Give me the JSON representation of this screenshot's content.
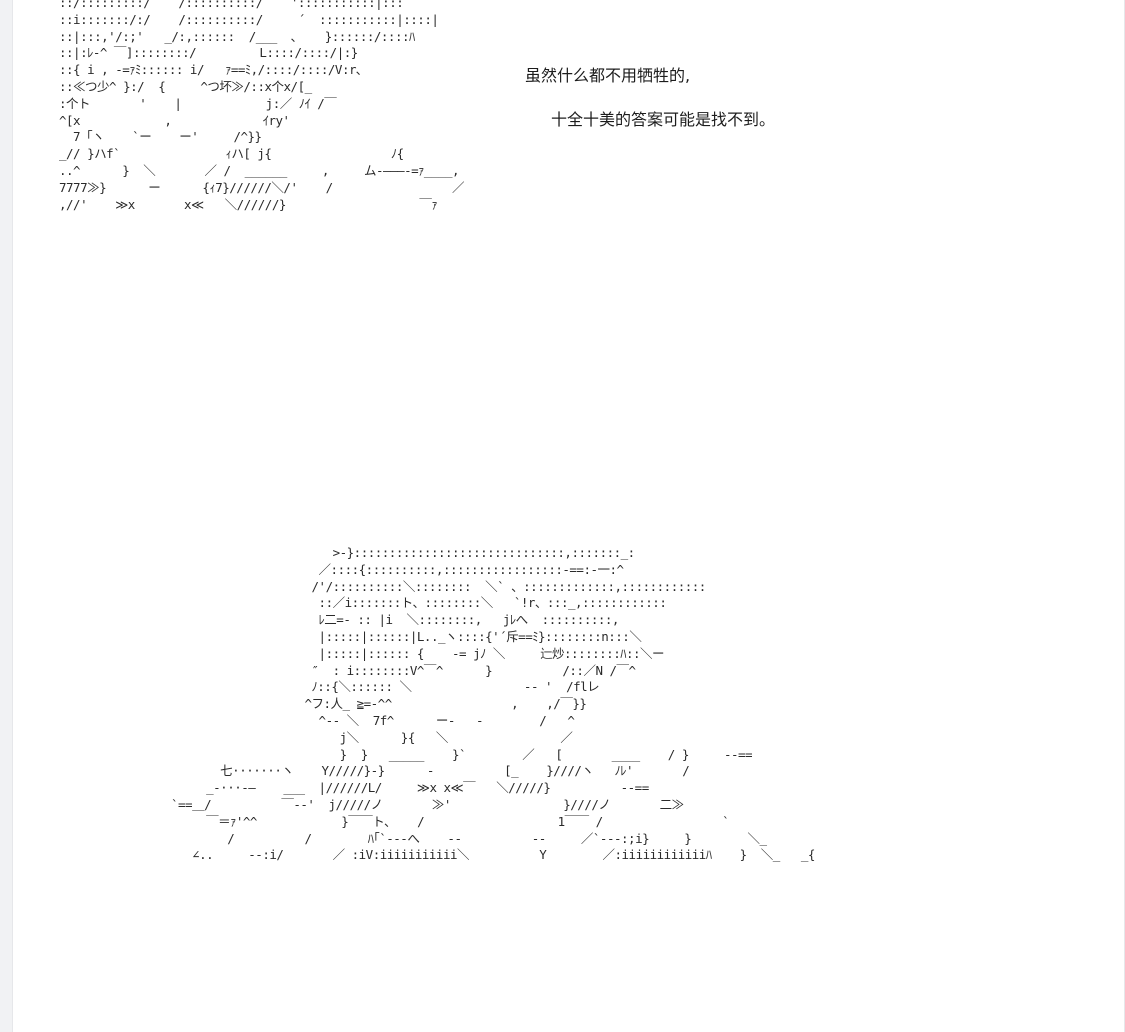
{
  "captions": [
    "虽然什么都不用牺牲的,",
    "十全十美的答案可能是找不到。"
  ],
  "art_top": "::/:::::::::/    /::::::::::/    ':::::::::::|:::\n::i:::::::/:/    /::::::::::/     ´  :::::::::::|::::|\n::|:::,'/:;'   _/:,::::::  /___  ､    }::::::/::::ﾊ\n::|:ﾚ-^ ￣]::::::::/         L::::/::::/|:}\n::{ i , -=ｧﾐ:::::: i/   ｧ==ﾐ,/::::/::::/V:r､\n::≪つ少^ }:/  {     ^つ坏≫/::x个x/[_\n:个ト       '    |            j:／ ﾉｲ /￣\n^[x            ,             ｲry'\n  7「ヽ    `ー    ー'     /^}}\n_// }ハf`               ｨハ[ j{                 ﾉ{\n..^      }  ＼       ／ /  ______     ,     ム-―――-=ｧ____,\n7777≫}      ー      {ｨ7}//////＼/'    /                 ／\n,//'    ≫x       x≪   ＼//////}                   ￣ｧ",
  "art_bottom": "                       >-}::::::::::::::::::::::::::::::,:::::::_:\n                     ／::::{::::::::::,:::::::::::::::::-==:-一:^\n                    /'/::::::::::＼::::::::  ＼` 、:::::::::::::,::::::::::::\n                     ::／i:::::::ト、::::::::＼   `!r、:::_,::::::::::::\n                     ﾚ二=- :: |i  ＼::::::::,   jﾚへ  ::::::::::,\n                     |:::::|::::::|L.._ヽ::::{'´斥==ﾐ}::::::::n:::＼\n                     |:::::|:::::: {    -= jﾉ ＼     辷炒::::::::ﾊ::＼ー\n                    ″  : i::::::::V^￣^      }          /::／N /￣^\n                    ﾉ::{＼:::::: ＼                -‐ '  /flレ\n                   ^フ:人_ ≧=-^^                 ,    ,/￣}}\n                     ^-- ＼  7f^      ー-   -        /   ^\n                        j＼      }{   ＼                ／\n                        }  }   _____    }`        ／   [       ____    / }     --==\n       七·······ヽ    Y/////}-}      -          [_    }////ヽ   ﾉﾚ'       /\n     _-···-―    ___  |//////L/     ≫x x≪￣   ＼/////}          --==\n`==＿/          ￣--'  j/////ノ       ≫'                }////ノ       二≫\n     ￣＝ｧ'^^            }￣￣ト、   /                   1￣￣ /                 `\n        /          /        ﾊ｢`---へ    --          --     ／`---:;i}     }        ＼_\n   ∠..     --:i/       ／ :iV:iiiiiiiiiii＼          Y        ／:iiiiiiiiiiiiﾊ    }  ＼_   _{"
}
